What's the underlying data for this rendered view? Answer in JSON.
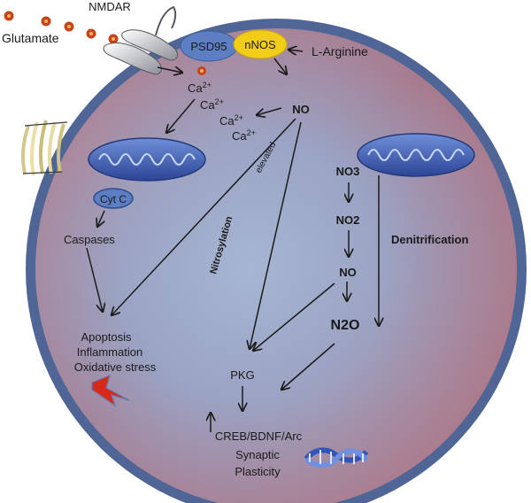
{
  "labels": {
    "nmdar": "NMDAR",
    "glutamate": "Glutamate",
    "psd95": "PSD95",
    "nnos": "nNOS",
    "l_arginine": "L-Arginine",
    "ca": "Ca",
    "ca_charge": "2+",
    "no_top": "NO",
    "elevated": "elevated",
    "cyt_c": "Cyt C",
    "caspases": "Caspases",
    "nitrosylation": "Nitrosylation",
    "no3": "NO3",
    "no2": "NO2",
    "no_mid": "NO",
    "denitrification": "Denitrification",
    "n2o": "N2O",
    "apoptosis": "Apoptosis",
    "inflammation": "Inflammation",
    "oxidative_stress": "Oxidative stress",
    "pkg": "PKG",
    "creb": "CREB/BDNF/Arc",
    "synaptic": "Synaptic",
    "plasticity": "Plasticity"
  },
  "colors": {
    "cell_outer": "#5a6f9c",
    "cell_warm": "#b46a74",
    "cell_cool": "#8fa6c9",
    "psd95_fill": "#5b7fc2",
    "nnos_fill": "#f2cd18",
    "mitochondria": "#3c5bb0",
    "glutamate_dot": "#c8421a",
    "lightning": "#d8281c"
  },
  "icons": [
    "receptor-icon",
    "mitochondrion-icon",
    "membrane-channel-icon",
    "lightning-icon",
    "dna-icon",
    "glutamate-dot-icon"
  ]
}
